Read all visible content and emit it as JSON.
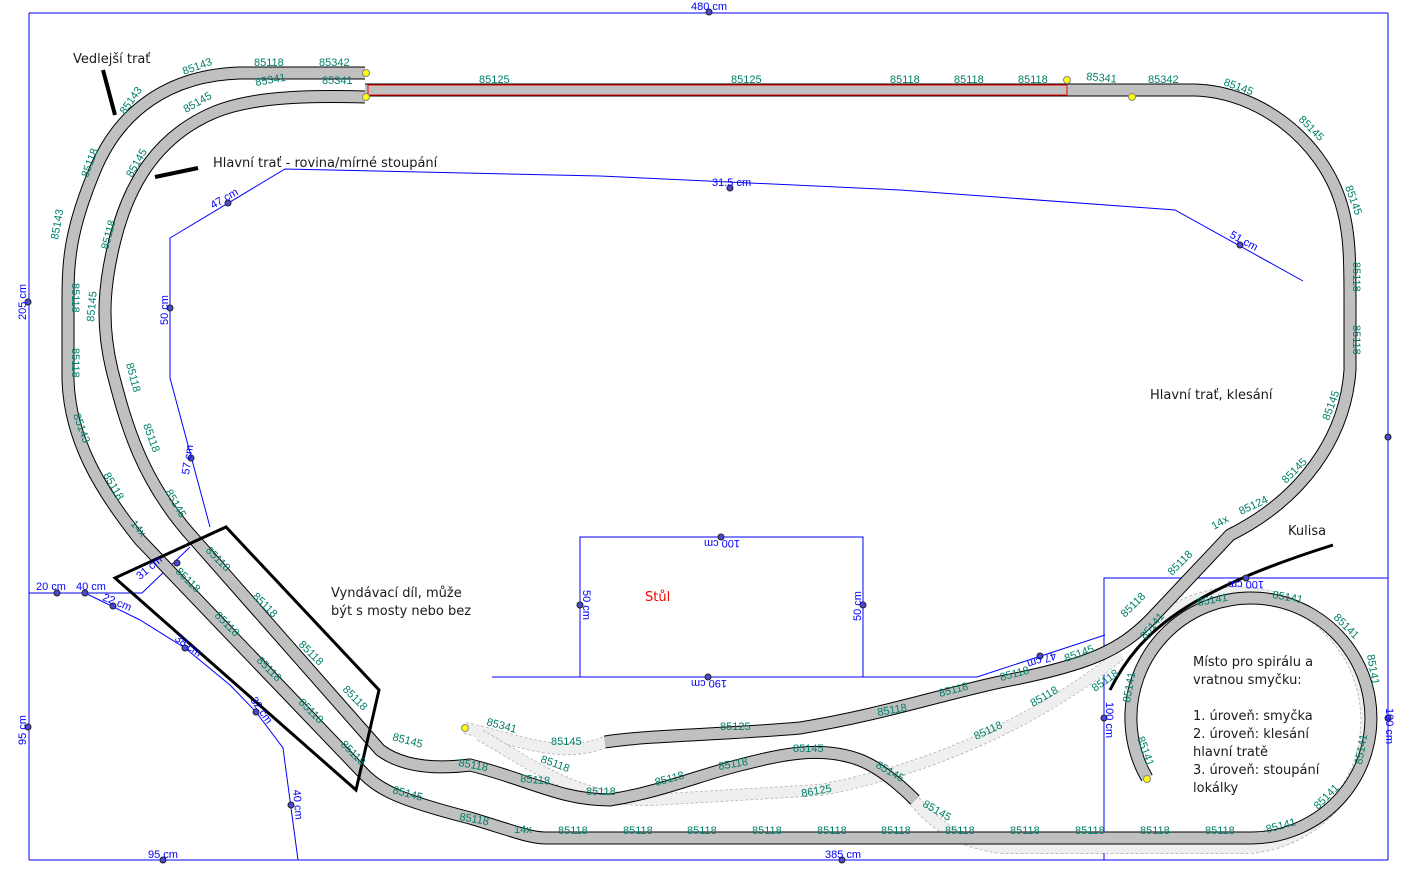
{
  "dimensions": {
    "top_width": "480 cm",
    "left_height": "205 cm",
    "left_lower": "95 cm",
    "bottom_left": "95 cm",
    "bottom_main": "385 cm",
    "inner_47": "47 cm",
    "inner_315": "31.5 cm",
    "inner_51": "51 cm",
    "inner_50": "50 cm",
    "inner_57": "57 cm",
    "bl_20": "20 cm",
    "bl_40": "40 cm",
    "bl_22": "22 cm",
    "bl_38": "38 cm",
    "bl_32": "32 cm",
    "bl_40b": "40 cm",
    "bl_31": "31 cm",
    "table_top": "100 cm",
    "table_bottom": "190 cm",
    "table_left": "50 cm",
    "table_right": "50 cm",
    "table_ext": "47 cm",
    "spiral_top": "100 cm",
    "spiral_left": "100 cm",
    "spiral_right": "100 cm"
  },
  "table_label": "Stůl",
  "notes": {
    "side_track": "Vedlejší trať",
    "main_flat": "Hlavní trať - rovina/mírné stoupání",
    "main_descent": "Hlavní trať, klesání",
    "kulisa": "Kulisa",
    "removable_1": "Vyndávací díl, může",
    "removable_2": "být s mosty nebo bez",
    "spiral_lines": [
      "Místo pro spirálu a",
      "vratnou smyčku:",
      "1. úroveň: smyčka",
      "2. úroveň: klesání",
      "hlavní tratě",
      "3. úroveň: stoupání",
      "lokálky"
    ]
  },
  "track_labels": [
    "85143",
    "85118",
    "85342",
    "85143",
    "85118",
    "85143",
    "85118",
    "85118",
    "85143",
    "85118",
    "14x",
    "85341",
    "85341",
    "85145",
    "85145",
    "85118",
    "85145",
    "85118",
    "85118",
    "85145",
    "85125",
    "85125",
    "85118",
    "85118",
    "85118",
    "85341",
    "85342",
    "85145",
    "85145",
    "85145",
    "85118",
    "85118",
    "85145",
    "85145",
    "85124",
    "14x",
    "85118",
    "85118",
    "85145",
    "85118",
    "85118",
    "85118",
    "85118",
    "85125",
    "85145",
    "85341",
    "85118",
    "85118",
    "85118",
    "85118",
    "85118",
    "85118",
    "85145",
    "85145",
    "86125",
    "85145",
    "85118",
    "85118",
    "85145",
    "85145",
    "85118",
    "14x",
    "85118",
    "85118",
    "85118",
    "85118",
    "85118",
    "85118",
    "85118",
    "85118",
    "85118",
    "85118",
    "85118",
    "85141",
    "85141",
    "85141",
    "85141",
    "85141",
    "85141",
    "85141",
    "85141",
    "85141",
    "85141",
    "85118",
    "85118",
    "85118",
    "85118",
    "85118",
    "85118",
    "85118",
    "85118",
    "85118"
  ],
  "colors": {
    "dimension": "#0000ff",
    "track_label": "#00806a",
    "track": "#c0c0c0",
    "highlight": "#ff0000",
    "endpoint": "#ffff00"
  }
}
